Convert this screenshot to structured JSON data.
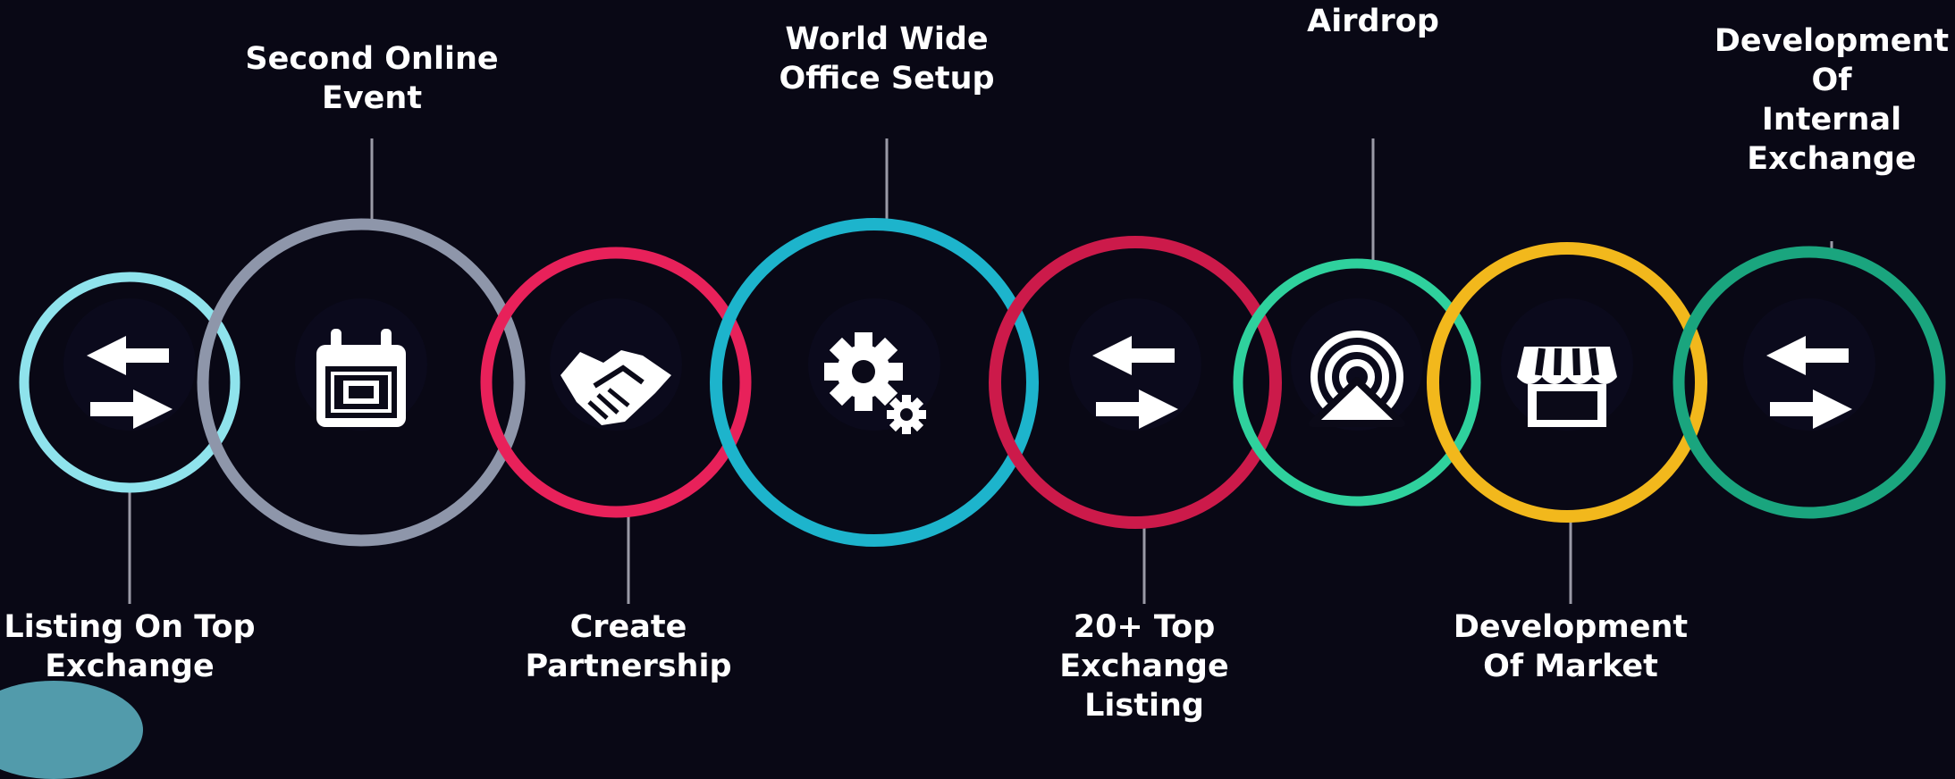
{
  "colors": {
    "background": "#090815",
    "text": "#ffffff",
    "connector": "#9a9aa6",
    "icon": "#ffffff"
  },
  "steps": [
    {
      "label": "Listing On Top\nExchange",
      "icon": "swap-arrows-icon",
      "ring_color": "#8fe3ec"
    },
    {
      "label": "Second Online\nEvent",
      "icon": "calendar-icon",
      "ring_color": "#8e96aa"
    },
    {
      "label": "Create\nPartnership",
      "icon": "handshake-icon",
      "ring_color": "#e8215a"
    },
    {
      "label": "World Wide\nOffice Setup",
      "icon": "gears-icon",
      "ring_color": "#1db4cc"
    },
    {
      "label": "20+ Top\nExchange\nListing",
      "icon": "swap-arrows-icon",
      "ring_color": "#cc1a4a"
    },
    {
      "label": "Airdrop",
      "icon": "airdrop-icon",
      "ring_color": "#2fd19d"
    },
    {
      "label": "Development\nOf Market",
      "icon": "storefront-icon",
      "ring_color": "#f2b81c"
    },
    {
      "label": "Development\nOf\nInternal\nExchange",
      "icon": "swap-arrows-icon",
      "ring_color": "#1aa57e"
    }
  ]
}
